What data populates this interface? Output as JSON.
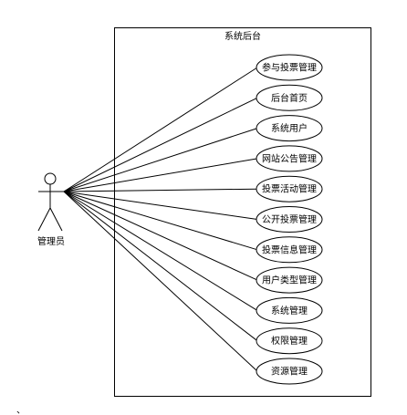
{
  "system": {
    "title": "系统后台"
  },
  "actor": {
    "label": "管理员"
  },
  "use_cases": [
    {
      "label": "参与投票管理"
    },
    {
      "label": "后台首页"
    },
    {
      "label": "系统用户"
    },
    {
      "label": "网站公告管理"
    },
    {
      "label": "投票活动管理"
    },
    {
      "label": "公开投票管理"
    },
    {
      "label": "投票信息管理"
    },
    {
      "label": "用户类型管理"
    },
    {
      "label": "系统管理"
    },
    {
      "label": "权限管理"
    },
    {
      "label": "资源管理"
    }
  ],
  "stray_mark": "、"
}
